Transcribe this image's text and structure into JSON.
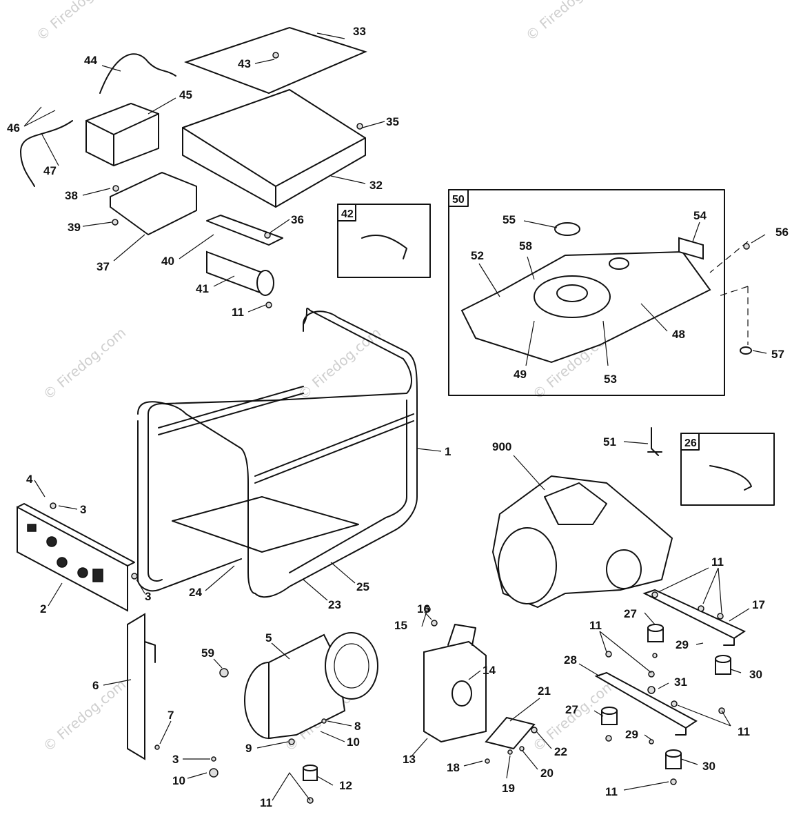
{
  "watermark": "© Firedog.com",
  "callouts": {
    "c1": "1",
    "c2": "2",
    "c3a": "3",
    "c3b": "3",
    "c3c": "3",
    "c4": "4",
    "c5": "5",
    "c6": "6",
    "c7": "7",
    "c8": "8",
    "c9": "9",
    "c10a": "10",
    "c10b": "10",
    "c11a": "11",
    "c11b": "11",
    "c11c": "11",
    "c11d": "11",
    "c11e": "11",
    "c11f": "11",
    "c12": "12",
    "c13": "13",
    "c14": "14",
    "c15": "15",
    "c16": "16",
    "c17": "17",
    "c18": "18",
    "c19": "19",
    "c20": "20",
    "c21": "21",
    "c22": "22",
    "c23": "23",
    "c24": "24",
    "c25": "25",
    "c27a": "27",
    "c27b": "27",
    "c28": "28",
    "c29a": "29",
    "c29b": "29",
    "c30a": "30",
    "c30b": "30",
    "c31": "31",
    "c32": "32",
    "c33": "33",
    "c35": "35",
    "c36": "36",
    "c37": "37",
    "c38": "38",
    "c39": "39",
    "c40": "40",
    "c41": "41",
    "c43": "43",
    "c44": "44",
    "c45": "45",
    "c46": "46",
    "c47": "47",
    "c48": "48",
    "c49": "49",
    "c51": "51",
    "c52": "52",
    "c53": "53",
    "c54": "54",
    "c55": "55",
    "c56": "56",
    "c57": "57",
    "c58": "58",
    "c59": "59",
    "c900": "900"
  },
  "boxes": {
    "b42": "42",
    "b50": "50",
    "b26": "26"
  }
}
